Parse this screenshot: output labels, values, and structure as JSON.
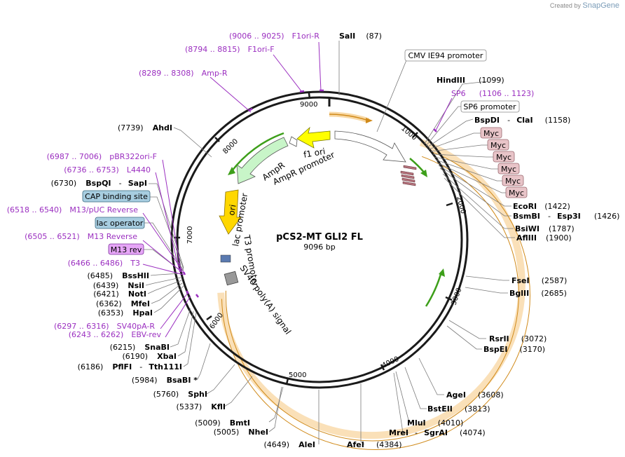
{
  "app": {
    "credit_prefix": "Created by",
    "credit_brand": "SnapGene"
  },
  "plasmid": {
    "name": "pCS2-MT GLI2 FL",
    "length_label": "9096 bp",
    "total_bp": 9096
  },
  "ticks": [
    "1000",
    "2000",
    "3000",
    "4000",
    "5000",
    "6000",
    "7000",
    "8000",
    "9000"
  ],
  "sites": {
    "SalI": {
      "name": "SalI",
      "pos": "(87)"
    },
    "HindIII": {
      "name": "HindIII",
      "pos": "(1099)"
    },
    "BspDI": {
      "name": "BspDI",
      "sep": "-",
      "name2": "ClaI",
      "pos": "(1158)"
    },
    "EcoRI": {
      "name": "EcoRI",
      "pos": "(1422)"
    },
    "BsmBI": {
      "name": "BsmBI",
      "sep": "-",
      "name2": "Esp3I",
      "pos": "(1426)"
    },
    "BsiWI": {
      "name": "BsiWI",
      "pos": "(1787)"
    },
    "AflIII": {
      "name": "AflIII",
      "pos": "(1900)"
    },
    "FseI": {
      "name": "FseI",
      "pos": "(2587)"
    },
    "BglII": {
      "name": "BglII",
      "pos": "(2685)"
    },
    "RsrII": {
      "name": "RsrII",
      "pos": "(3072)"
    },
    "BspEI": {
      "name": "BspEI",
      "pos": "(3170)"
    },
    "AgeI": {
      "name": "AgeI",
      "pos": "(3608)"
    },
    "BstEII": {
      "name": "BstEII",
      "pos": "(3813)"
    },
    "MluI": {
      "name": "MluI",
      "pos": "(4010)"
    },
    "MreI": {
      "name": "MreI",
      "sep": "-",
      "name2": "SgrAI",
      "pos": "(4074)"
    },
    "AfeI": {
      "name": "AfeI",
      "pos": "(4384)"
    },
    "AleI": {
      "name": "AleI",
      "pos": "(4649)"
    },
    "NheI": {
      "name": "NheI",
      "pos": "(5005)"
    },
    "BmtI": {
      "name": "BmtI",
      "pos": "(5009)"
    },
    "KflI": {
      "name": "KflI",
      "pos": "(5337)"
    },
    "SphI": {
      "name": "SphI",
      "pos": "(5760)"
    },
    "BsaBI": {
      "name": "BsaBI *",
      "pos": "(5984)"
    },
    "PflFI": {
      "name": "PflFI",
      "sep": "-",
      "name2": "Tth111I",
      "pos": "(6186)"
    },
    "XbaI": {
      "name": "XbaI",
      "pos": "(6190)"
    },
    "SnaBI": {
      "name": "SnaBI",
      "pos": "(6215)"
    },
    "HpaI": {
      "name": "HpaI",
      "pos": "(6353)"
    },
    "MfeI": {
      "name": "MfeI",
      "pos": "(6362)"
    },
    "NotI": {
      "name": "NotI",
      "pos": "(6421)"
    },
    "NsiI": {
      "name": "NsiI",
      "pos": "(6439)"
    },
    "BssHII": {
      "name": "BssHII",
      "pos": "(6485)"
    },
    "BspQI": {
      "name": "BspQI",
      "sep": "-",
      "name2": "SapI",
      "pos": "(6730)"
    },
    "AhdI": {
      "name": "AhdI",
      "pos": "(7739)"
    }
  },
  "primers": {
    "F1oriR": {
      "range": "(9006 .. 9025)",
      "name": "F1ori-R"
    },
    "F1oriF": {
      "range": "(8794 .. 8815)",
      "name": "F1ori-F"
    },
    "AmpR": {
      "range": "(8289 .. 8308)",
      "name": "Amp-R"
    },
    "SP6": {
      "name": "SP6",
      "range": "(1106 .. 1123)"
    },
    "pBR322oriF": {
      "range": "(6987 .. 7006)",
      "name": "pBR322ori-F"
    },
    "L4440": {
      "range": "(6736 .. 6753)",
      "name": "L4440"
    },
    "M13pUCRev": {
      "range": "(6518 .. 6540)",
      "name": "M13/pUC Reverse"
    },
    "M13Rev": {
      "range": "(6505 .. 6521)",
      "name": "M13 Reverse"
    },
    "T3": {
      "range": "(6466 .. 6486)",
      "name": "T3"
    },
    "SV40pAR": {
      "range": "(6297 .. 6316)",
      "name": "SV40pA-R"
    },
    "EBVrev": {
      "range": "(6243 .. 6262)",
      "name": "EBV-rev"
    }
  },
  "boxed": {
    "CMV": "CMV IE94 promoter",
    "SP6prom": "SP6 promoter",
    "CAP": "CAP binding site",
    "lacop": "lac operator",
    "M13rev": "M13 rev",
    "myc": [
      "Myc",
      "Myc",
      "Myc",
      "Myc",
      "Myc",
      "Myc"
    ]
  },
  "features": {
    "f1ori": "f1 ori",
    "AmpR": "AmpR",
    "AmpRprom": "AmpR promoter",
    "ori": "ori",
    "lacprom": "lac promoter",
    "T3prom": "T3 promoter",
    "SV40": "SV40 poly(A) signal"
  },
  "colors": {
    "backbone": "#1a1a1a",
    "primer": "#9b2fc0",
    "insert_highlight": "#f5c77e",
    "insert_edge": "#d08a1a",
    "f1ori": "#ffff00",
    "ori": "#ffd700",
    "ampr": "#c8f5c8",
    "myc": "#b5727c",
    "lac_op": "#a7cde0",
    "m13": "#e6a6f7"
  }
}
